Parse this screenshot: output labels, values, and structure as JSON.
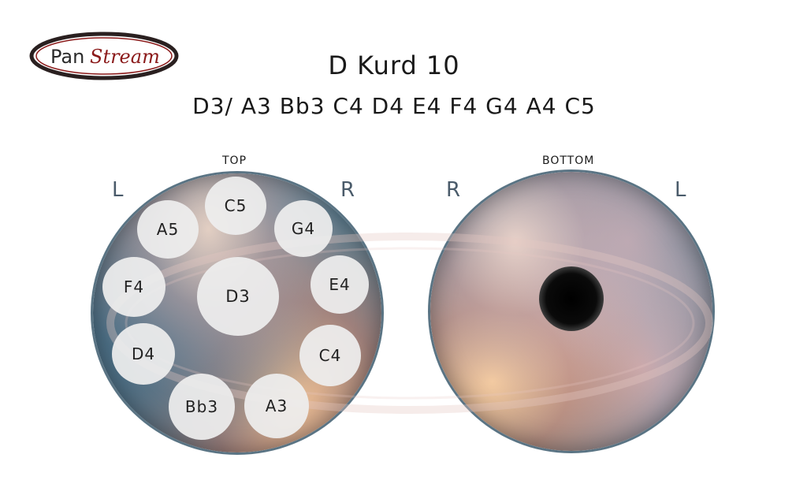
{
  "logo": {
    "word_pan": "Pan",
    "word_stream": "Stream"
  },
  "title": "D Kurd 10",
  "notes_line": "D3/ A3 Bb3 C4 D4 E4 F4 G4 A4 C5",
  "top_view": {
    "label": "TOP",
    "left_label": "L",
    "right_label": "R",
    "notes": {
      "center": "D3",
      "c5": "C5",
      "a5": "A5",
      "g4": "G4",
      "f4": "F4",
      "e4": "E4",
      "d4": "D4",
      "c4": "C4",
      "bb3": "Bb3",
      "a3": "A3"
    }
  },
  "bottom_view": {
    "label": "BOTTOM",
    "left_label": "R",
    "right_label": "L"
  },
  "colors": {
    "rim": "#5a7484",
    "note_dot": "#eeeeee",
    "logo_stream": "#8b1a1a",
    "side_label": "#4a5b6a"
  }
}
